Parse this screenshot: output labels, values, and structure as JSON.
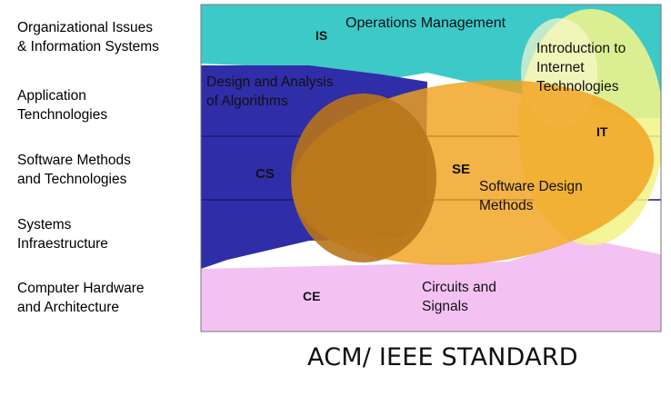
{
  "row_labels": [
    "Organizational Issues\n& Information Systems",
    "Application\nTenchnologies",
    "Software Methods\nand Technologies",
    "Systems\nInfraestructure",
    "Computer Hardware\nand Architecture"
  ],
  "disciplines": {
    "is": "IS",
    "cs": "CS",
    "se": "SE",
    "it": "IT",
    "ce": "CE"
  },
  "areas": {
    "operations_management": "Operations Management",
    "introduction_internet": "Introduction to\nInternet\nTechnologies",
    "design_analysis_algorithms": "Design and Analysis\nof Algorithms",
    "software_design_methods": "Software Design\nMethods",
    "circuits_signals": "Circuits and\nSignals"
  },
  "caption": "ACM/ IEEE STANDARD",
  "colors": {
    "is": "#3ec9c9",
    "cs": "#2f2ea8",
    "se": "#f0a21e",
    "it": "#f2f28a",
    "ce": "#f3c2f3"
  }
}
